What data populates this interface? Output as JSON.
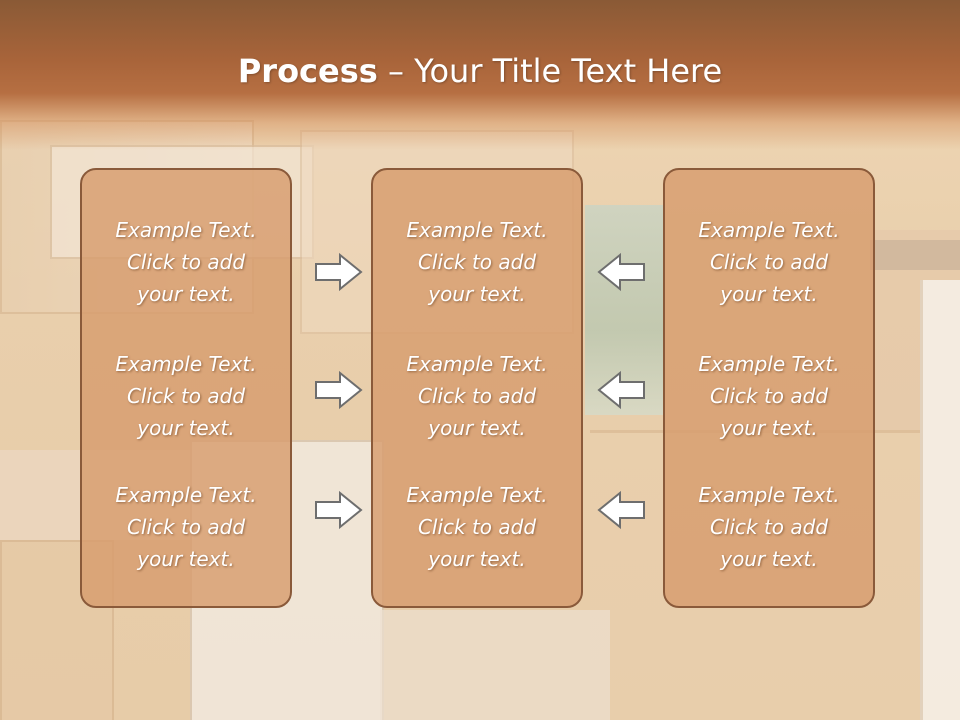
{
  "slide": {
    "title_bold": "Process",
    "title_rest": " – Your Title Text Here"
  },
  "columns": [
    {
      "items": [
        {
          "line1": "Example Text.",
          "line2": "Click  to add",
          "line3": "your text."
        },
        {
          "line1": "Example Text.",
          "line2": "Click  to add",
          "line3": "your text."
        },
        {
          "line1": "Example Text.",
          "line2": "Click  to add",
          "line3": "your text."
        }
      ]
    },
    {
      "items": [
        {
          "line1": "Example Text.",
          "line2": "Click  to add",
          "line3": "your text."
        },
        {
          "line1": "Example Text.",
          "line2": "Click  to add",
          "line3": "your text."
        },
        {
          "line1": "Example Text.",
          "line2": "Click  to add",
          "line3": "your text."
        }
      ]
    },
    {
      "items": [
        {
          "line1": "Example Text.",
          "line2": "Click  to add",
          "line3": "your text."
        },
        {
          "line1": "Example Text.",
          "line2": "Click  to add",
          "line3": "your text."
        },
        {
          "line1": "Example Text.",
          "line2": "Click  to add",
          "line3": "your text."
        }
      ]
    }
  ],
  "icons": {
    "left_arrows": "arrow-right-icon",
    "right_arrows": "arrow-left-icon"
  },
  "colors": {
    "header": "#a8643a",
    "box_fill": "#d79c6e",
    "box_border": "#8a5a3a",
    "text": "#ffffff"
  }
}
